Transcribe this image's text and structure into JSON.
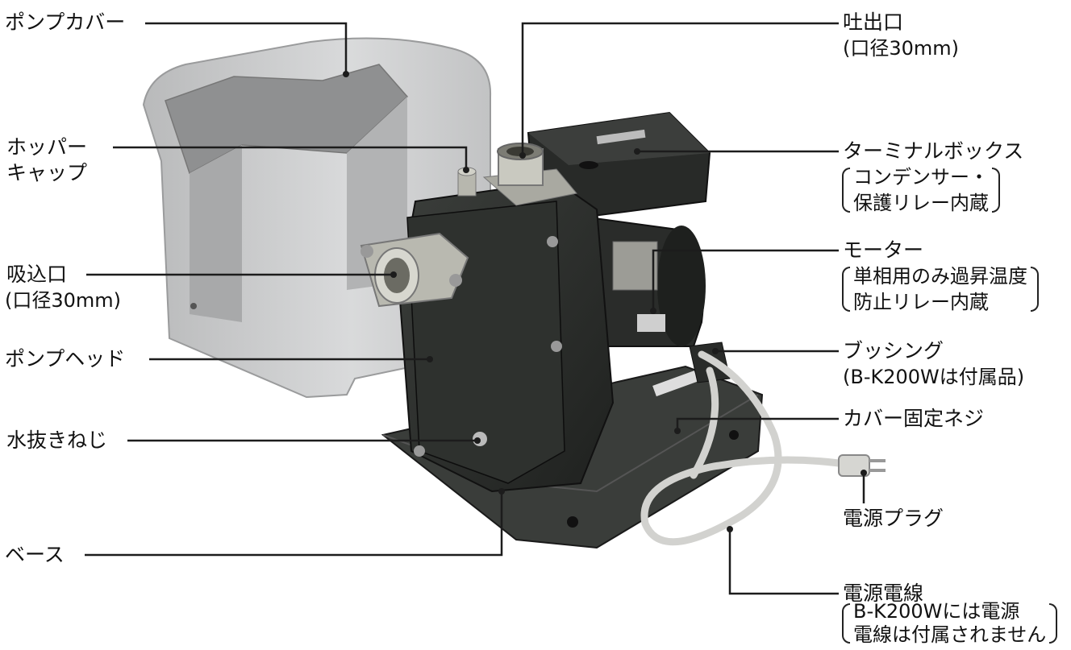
{
  "labels": {
    "pump_cover": "ポンプカバー",
    "hopper_cap_1": "ホッパー",
    "hopper_cap_2": "キャップ",
    "suction_port": "吸込口",
    "suction_port_size": "(口径30mm)",
    "pump_head": "ポンプヘッド",
    "drain_screw": "水抜きねじ",
    "base": "ベース",
    "discharge_port": "吐出口",
    "discharge_port_size": "(口径30mm)",
    "terminal_box": "ターミナルボックス",
    "terminal_box_note_1": "コンデンサー・",
    "terminal_box_note_2": "保護リレー内蔵",
    "motor": "モーター",
    "motor_note_1": "単相用のみ過昇温度",
    "motor_note_2": "防止リレー内蔵",
    "bushing": "ブッシング",
    "bushing_note": "(B-K200Wは付属品)",
    "cover_screw": "カバー固定ネジ",
    "power_plug": "電源プラグ",
    "power_cord": "電源電線",
    "power_cord_note_1": "B-K200Wには電源",
    "power_cord_note_2": "電線は付属されません"
  },
  "colors": {
    "pump_body": "#2c2f2c",
    "cover": "#c9cacb",
    "cable": "#d8d8d6",
    "metal": "#b5b5ad"
  }
}
